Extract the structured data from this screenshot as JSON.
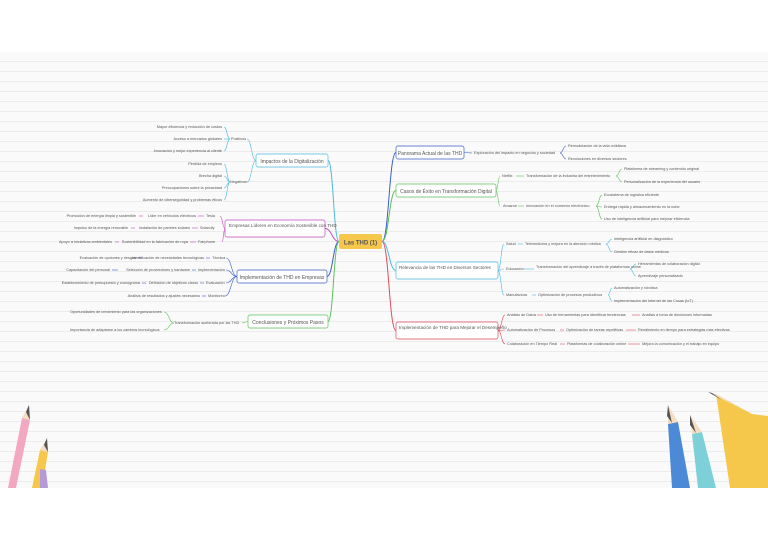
{
  "center": {
    "label": "Las THD (1)",
    "color": "#f5c84c"
  },
  "left_topics": [
    {
      "label": "Impactos de la Digitalización",
      "color": "#4cb8e0",
      "groups": [
        {
          "label": "Positivos",
          "leaves": [
            "Mayor eficiencia y reducción de costos",
            "Acceso a mercados globales",
            "Innovación y mejor experiencia al cliente"
          ]
        },
        {
          "label": "Negativos",
          "leaves": [
            "Pérdida de empleos",
            "Brecha digital",
            "Preocupaciones sobre la privacidad",
            "Aumento de ciberseguridad y problemas éticos"
          ]
        }
      ]
    },
    {
      "label": "Empresas Líderes en Economía Sostenible con THD",
      "color": "#c04cc0",
      "chains": [
        {
          "mid": "Tesla",
          "detail": "Líder en vehículos eléctricos",
          "leaf": "Promoción de energía limpia y sostenible"
        },
        {
          "mid": "Solarcity",
          "detail": "Instalación de paneles solares",
          "leaf": "Impulso de la energía renovable"
        },
        {
          "mid": "Fairphone",
          "detail": "Sostenibilidad en la fabricación de ropa",
          "leaf": "Apoyo a iniciativas ambientales"
        }
      ]
    },
    {
      "label": "Implementación de THD en Empresas",
      "color": "#3a5fc8",
      "chains": [
        {
          "mid": "Técnica",
          "detail": "Identificación de necesidades tecnológicas",
          "leaf": "Evaluación de opciones y riesgos"
        },
        {
          "mid": "Implementación",
          "detail": "Selección de proveedores y hardware",
          "leaf": "Capacitación del personal"
        },
        {
          "mid": "Evaluación",
          "detail": "Definición de objetivos claros",
          "leaf": "Establecimiento de presupuesto y cronograma"
        },
        {
          "mid": "Monitoreo",
          "detail": "",
          "leaf": "Análisis de resultados y ajustes necesarios"
        }
      ]
    },
    {
      "label": "Conclusiones y Próximos Pasos",
      "color": "#5cc05c",
      "mid": "Transformación acelerada por las THD",
      "leaves": [
        "Oportunidades de crecimiento para las organizaciones",
        "Importancia de adaptarse a los cambios tecnológicos"
      ]
    }
  ],
  "right_topics": [
    {
      "label": "Panorama Actual de las THD",
      "color": "#3a5fc8",
      "mid": "Exploración del impacto en negocios y sociedad",
      "leaves": [
        "Remodelación de la vida cotidiana",
        "Revoluciones en diversos sectores"
      ]
    },
    {
      "label": "Casos de Éxito en Transformación Digital",
      "color": "#5cc05c",
      "groups": [
        {
          "label": "Netflix",
          "detail": "Transformación de la industria del entretenimiento",
          "leaves": [
            "Plataforma de streaming y contenido original",
            "Personalización de la experiencia del usuario"
          ]
        },
        {
          "label": "Amazon",
          "detail": "Innovación en el comercio electrónico",
          "leaves": [
            "Ecosistema de logística eficiente",
            "Entrega rápida y almacenamiento en la nube",
            "Uso de inteligencia artificial para mejorar eficiencia"
          ]
        }
      ]
    },
    {
      "label": "Relevancia de las THD en Diversos Sectores",
      "color": "#4cb8e0",
      "groups": [
        {
          "label": "Salud",
          "detail": "Telemedicina y mejora en la atención médica",
          "leaves": [
            "Inteligencia artificial en diagnóstico",
            "Gestión eficaz de datos médicos"
          ]
        },
        {
          "label": "Educación",
          "detail": "Transformación del aprendizaje a través de plataformas online",
          "leaves": [
            "Herramientas de colaboración digital",
            "Aprendizaje personalizado"
          ]
        },
        {
          "label": "Manufactura",
          "detail": "Optimización de procesos productivos",
          "leaves": [
            "Automatización y robótica",
            "Implementación del Internet de las Cosas (IoT)"
          ]
        }
      ]
    },
    {
      "label": "Implementación de THD para Mejorar el Desempeño",
      "color": "#e04c5c",
      "chains": [
        {
          "mid": "Análisis de Datos",
          "detail": "Uso de herramientas para identificar tendencias",
          "leaf": "Análisis a toma de decisiones informadas"
        },
        {
          "mid": "Automatización de Procesos",
          "detail": "Optimización de tareas repetitivas",
          "leaf": "Rendimiento en tiempo para estrategias más efectivas"
        },
        {
          "mid": "Colaboración en Tiempo Real",
          "detail": "Plataformas de colaboración online",
          "leaf": "Mejora la comunicación y el trabajo en equipo"
        }
      ]
    }
  ],
  "decor": {
    "pencil_colors": [
      "#f2a8c0",
      "#f5c84c",
      "#b49ad8",
      "#4c8ad8",
      "#7ed0d8",
      "#f5c84c"
    ]
  }
}
